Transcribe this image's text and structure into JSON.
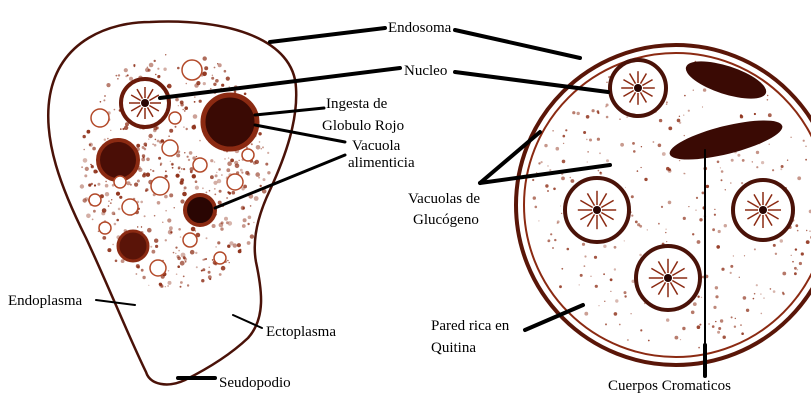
{
  "labels": {
    "endosoma": "Endosoma",
    "nucleo": "Nucleo",
    "ingesta_line1": "Ingesta de",
    "ingesta_line2": "Globulo Rojo",
    "vacuola_line1": "Vacuola",
    "vacuola_line2": "alimenticia",
    "glucogeno_line1": "Vacuolas de",
    "glucogeno_line2": "Glucógeno",
    "endoplasma": "Endoplasma",
    "ectoplasma": "Ectoplasma",
    "pared_line1": "Pared rica en",
    "pared_line2": "Quitina",
    "seudopodio": "Seudopodio",
    "cuerpos": "Cuerpos Cromaticos"
  },
  "colors": {
    "stain": "#8b2a12",
    "stain_dark": "#3a0a04",
    "outline": "#000000",
    "leader": "#000000",
    "background": "#ffffff"
  }
}
